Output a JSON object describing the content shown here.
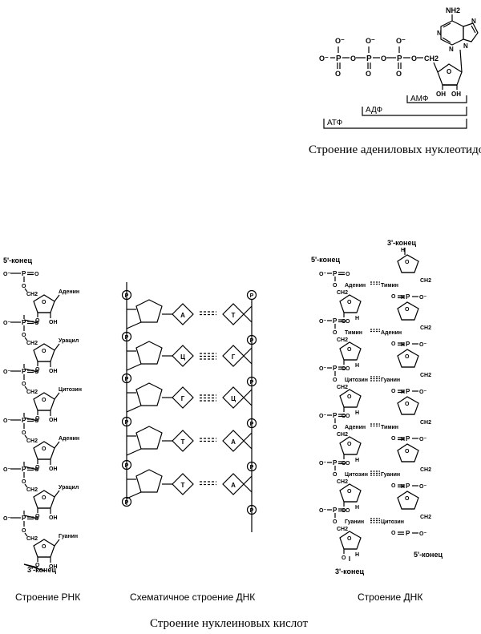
{
  "atp_figure": {
    "amine_label": "NH2",
    "oxygen_minus": "O⁻",
    "atom_p": "P",
    "atom_o": "O",
    "atom_n": "N",
    "ch2": "CH2",
    "oh": "OH",
    "amp": "АМФ",
    "adp": "АДФ",
    "atp": "АТФ",
    "caption": "Строение адениловых нуклеотидов"
  },
  "rna_figure": {
    "five_end": "5'-конец",
    "three_end": "3'-конец",
    "bases": [
      "Аденин",
      "Урацил",
      "Цитозин",
      "Аденин",
      "Урацил",
      "Гуанин"
    ],
    "caption": "Строение РНК"
  },
  "scheme_figure": {
    "phosphate": "P",
    "left_bases": [
      "А",
      "Ц",
      "Г",
      "Т",
      "Т"
    ],
    "right_bases": [
      "Т",
      "Г",
      "Ц",
      "А",
      "А"
    ],
    "caption": "Схематичное строение ДНК"
  },
  "dna_figure": {
    "five_end_left": "5'-конец",
    "three_end_left": "3'-конец",
    "three_end_right": "3'-конец",
    "five_end_right": "5'-конец",
    "pairs": [
      {
        "left": "Аденин",
        "right": "Тимин"
      },
      {
        "left": "Тимин",
        "right": "Аденин"
      },
      {
        "left": "Цитозин",
        "right": "Гуанин"
      },
      {
        "left": "Аденин",
        "right": "Тимин"
      },
      {
        "left": "Цитозин",
        "right": "Гуанин"
      },
      {
        "left": "Гуанин",
        "right": "Цитозин"
      }
    ],
    "caption": "Строение ДНК"
  },
  "main_caption": "Строение нуклеиновых кислот"
}
